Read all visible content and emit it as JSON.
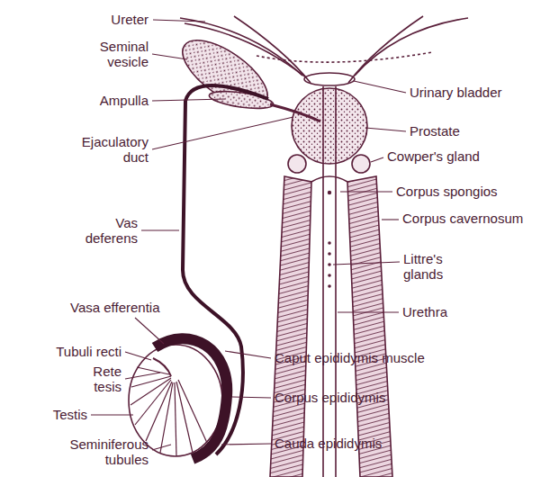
{
  "diagram": {
    "labels": [
      "Ureter",
      "Seminal vesicle",
      "Ampulla",
      "Ejaculatory duct",
      "Vas deferens",
      "Vasa efferentia",
      "Tubuli recti",
      "Rete tesis",
      "Testis",
      "Seminiferous tubules",
      "Urinary bladder",
      "Prostate",
      "Cowper's gland",
      "Corpus spongios",
      "Corpus cavernosum",
      "Littre's glands",
      "Urethra",
      "Caput epididymis muscle",
      "Corpus epididymis",
      "Cauda epididymis"
    ]
  }
}
